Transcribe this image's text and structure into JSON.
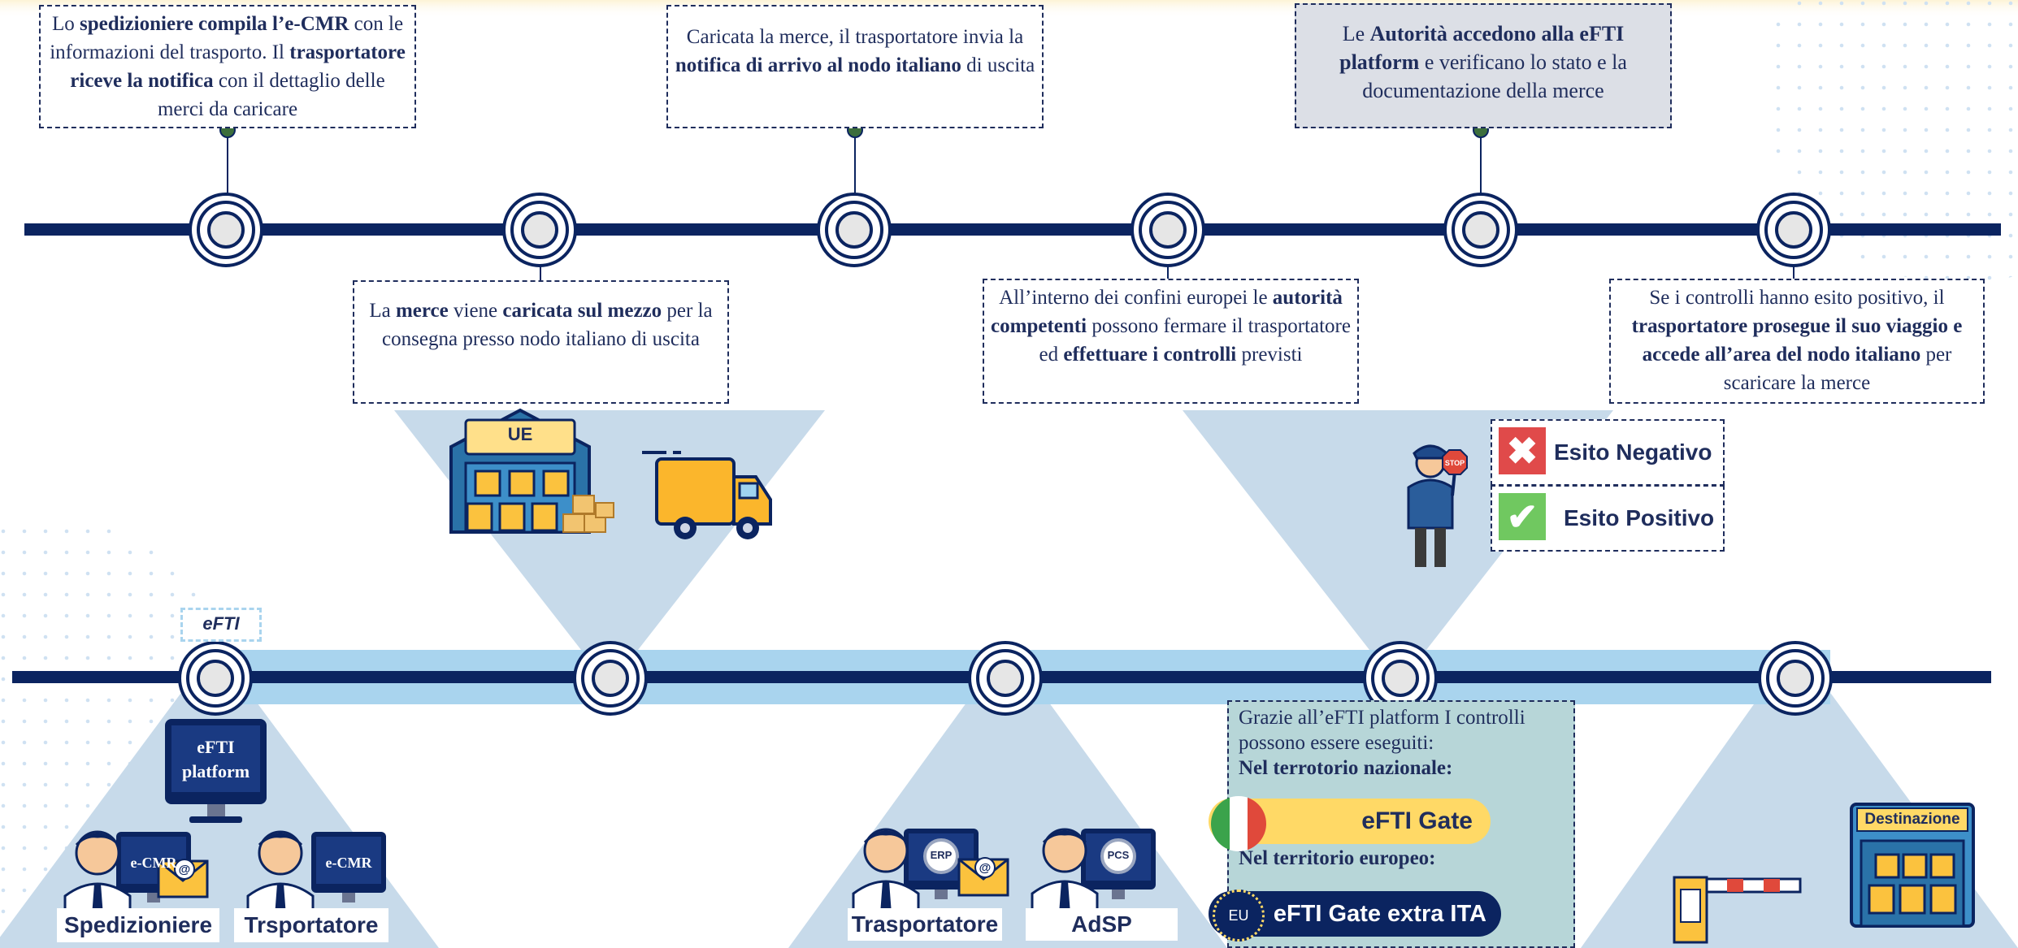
{
  "top_callouts": [
    {
      "parts": [
        {
          "t": "Lo "
        },
        {
          "t": "spedizioniere compila l’e-CMR",
          "b": true
        },
        {
          "t": " con le informazioni del trasporto. Il "
        },
        {
          "t": "trasportatore riceve la notifica",
          "b": true
        },
        {
          "t": " con il dettaglio delle merci da caricare"
        }
      ]
    },
    {
      "parts": [
        {
          "t": "Caricata la merce, il trasportatore invia la "
        },
        {
          "t": "notifica di arrivo al nodo italiano",
          "b": true
        },
        {
          "t": " di uscita"
        }
      ]
    },
    {
      "parts": [
        {
          "t": "Le "
        },
        {
          "t": "Autorità accedono alla eFTI platform",
          "b": true
        },
        {
          "t": " e verificano lo stato e la documentazione della merce"
        }
      ]
    }
  ],
  "bottom_callouts": [
    {
      "parts": [
        {
          "t": "La "
        },
        {
          "t": "merce",
          "b": true
        },
        {
          "t": " viene "
        },
        {
          "t": "caricata sul mezzo",
          "b": true
        },
        {
          "t": " per la consegna presso nodo italiano di uscita"
        }
      ]
    },
    {
      "parts": [
        {
          "t": "All’interno dei confini europei le "
        },
        {
          "t": "autorità competenti",
          "b": true
        },
        {
          "t": " possono fermare il trasportatore ed "
        },
        {
          "t": "effettuare i controlli",
          "b": true
        },
        {
          "t": " previsti"
        }
      ]
    },
    {
      "parts": [
        {
          "t": "Se i controlli hanno esito positivo, il "
        },
        {
          "t": "trasportatore prosegue il suo viaggio e accede all’area del nodo italiano",
          "b": true
        },
        {
          "t": " per scaricare la merce"
        }
      ]
    }
  ],
  "warehouse_label": "UE",
  "esito": {
    "negativo": "Esito Negativo",
    "positivo": "Esito Positivo"
  },
  "efti_tag": "eFTI",
  "monitors": {
    "platform": "eFTI platform",
    "ecmr1": "e-CMR",
    "ecmr2": "e-CMR",
    "erp": "ERP",
    "pcs": "PCS"
  },
  "actors": {
    "spedizioniere": "Spedizioniere",
    "trasportatore1": "Trsportatore",
    "trasportatore2": "Trasportatore",
    "adsp": "AdSP"
  },
  "info_box": {
    "intro": "Grazie all’eFTI platform I controlli possono essere eseguiti:",
    "nazionale_heading": "Nel terrotorio nazionale:",
    "europeo_heading": "Nel territorio  europeo:",
    "gate_it": "eFTI Gate",
    "gate_eu": "eFTI Gate extra ITA",
    "eu_badge": "EU"
  },
  "destination_label": "Destinazione",
  "colors": {
    "navy": "#0b2460",
    "light_blue": "#a9d4ee",
    "funnel": "#c7daea",
    "yellow": "#ffd966",
    "check_green": "#70c860",
    "x_red": "#e04a4a"
  }
}
